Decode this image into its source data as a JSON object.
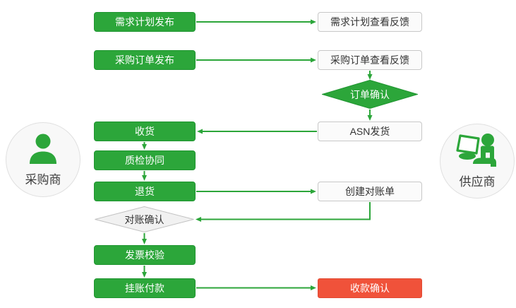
{
  "colors": {
    "green": "#2ca63a",
    "green_border": "#1f9530",
    "red": "#f0523a",
    "white_box_bg": "#fbfbfb",
    "white_box_border": "#c8c8c8",
    "gray_diamond_bg": "#f1f1f1",
    "gray_diamond_border": "#c2c2c2",
    "dark_text": "#333333"
  },
  "actors": {
    "buyer": {
      "label": "采购商",
      "icon": "person-icon"
    },
    "supplier": {
      "label": "供应商",
      "icon": "person-laptop-icon"
    }
  },
  "nodes": {
    "demand_publish": {
      "label": "需求计划发布",
      "style": "green-box"
    },
    "demand_view": {
      "label": "需求计划查看反馈",
      "style": "white-box"
    },
    "po_publish": {
      "label": "采购订单发布",
      "style": "green-box"
    },
    "po_view": {
      "label": "采购订单查看反馈",
      "style": "white-box"
    },
    "order_confirm": {
      "label": "订单确认",
      "style": "green-diamond"
    },
    "receive": {
      "label": "收货",
      "style": "green-box"
    },
    "asn_ship": {
      "label": "ASN发货",
      "style": "white-box"
    },
    "quality": {
      "label": "质检协同",
      "style": "green-box"
    },
    "returns": {
      "label": "退货",
      "style": "green-box"
    },
    "statement_create": {
      "label": "创建对账单",
      "style": "white-box"
    },
    "statement_confirm": {
      "label": "对账确认",
      "style": "gray-diamond"
    },
    "invoice_verify": {
      "label": "发票校验",
      "style": "green-box"
    },
    "payment": {
      "label": "挂账付款",
      "style": "green-box"
    },
    "receipt_confirm": {
      "label": "收款确认",
      "style": "red-box"
    }
  },
  "edges": [
    {
      "from": "demand_publish",
      "to": "demand_view"
    },
    {
      "from": "po_publish",
      "to": "po_view"
    },
    {
      "from": "po_view",
      "to": "order_confirm"
    },
    {
      "from": "order_confirm",
      "to": "asn_ship"
    },
    {
      "from": "asn_ship",
      "to": "receive"
    },
    {
      "from": "receive",
      "to": "quality"
    },
    {
      "from": "quality",
      "to": "returns"
    },
    {
      "from": "returns",
      "to": "statement_create"
    },
    {
      "from": "statement_create",
      "to": "statement_confirm"
    },
    {
      "from": "statement_confirm",
      "to": "invoice_verify"
    },
    {
      "from": "invoice_verify",
      "to": "payment"
    },
    {
      "from": "payment",
      "to": "receipt_confirm"
    }
  ]
}
